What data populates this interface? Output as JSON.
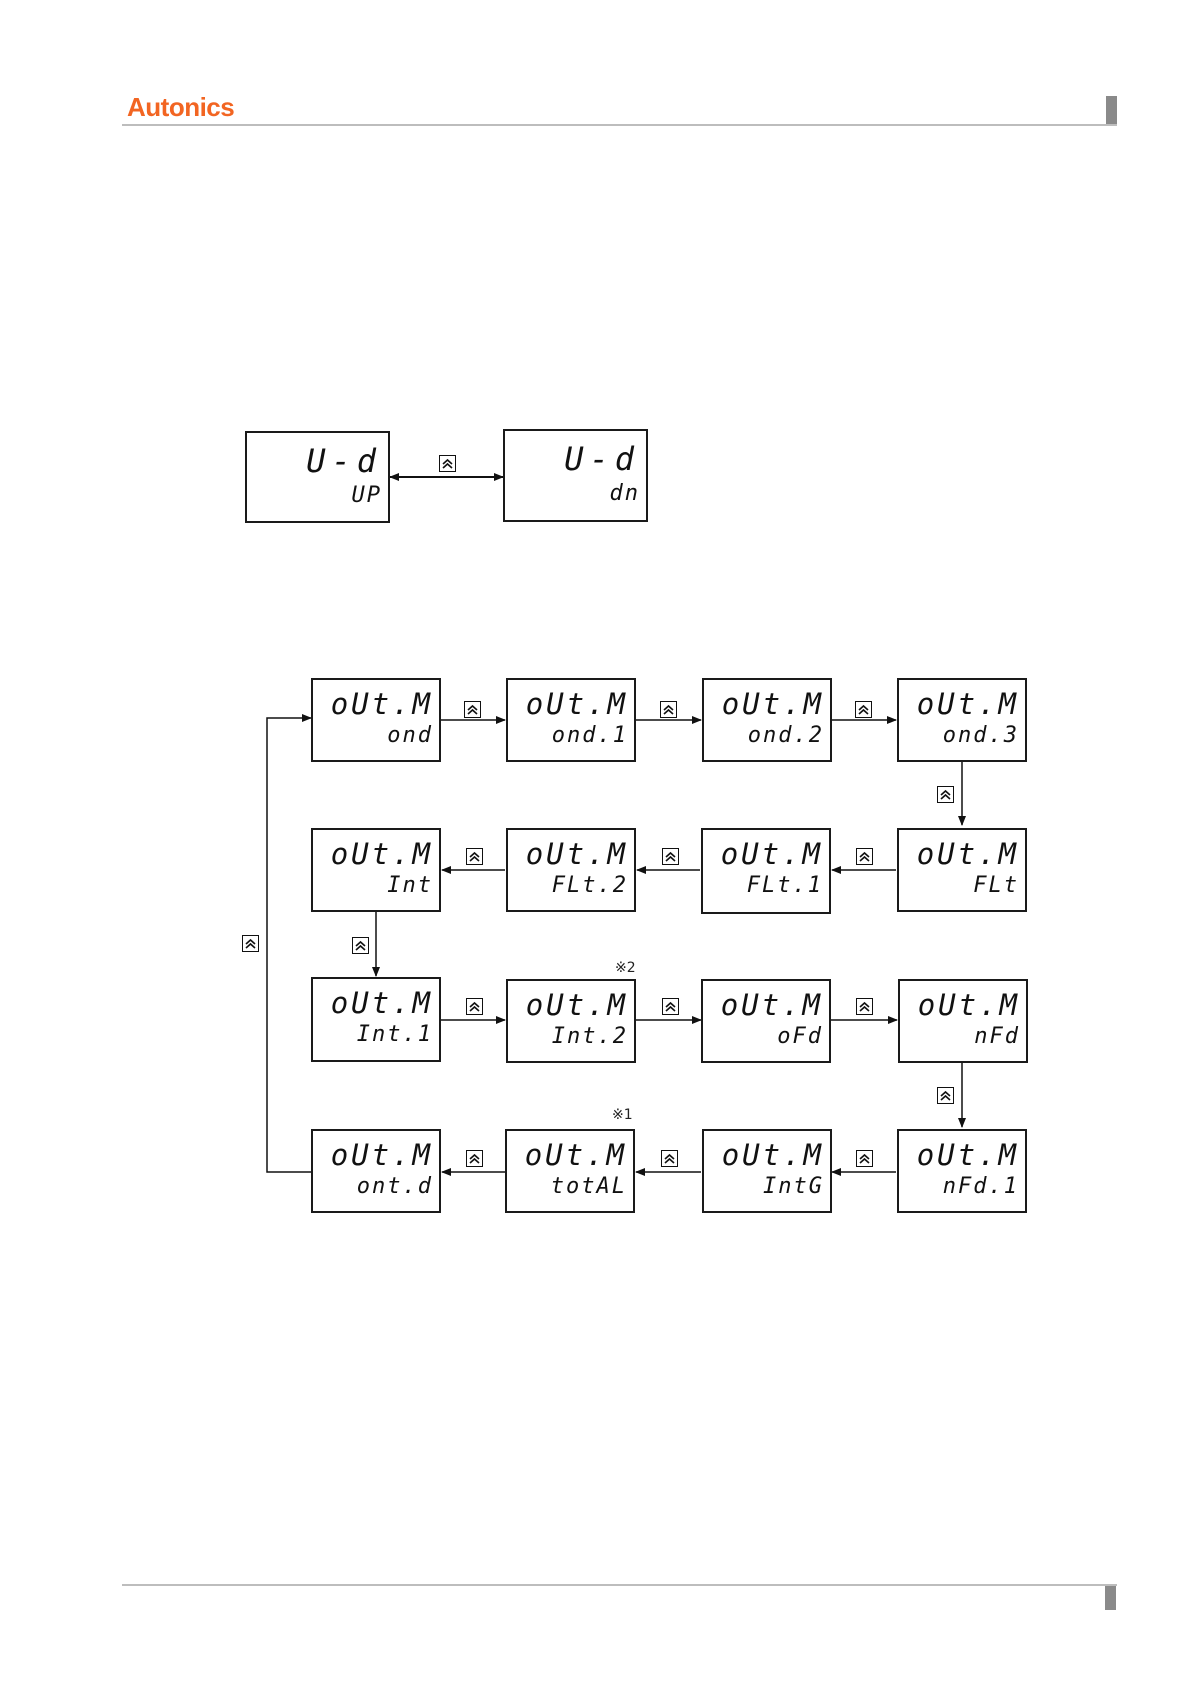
{
  "header": {
    "brand": "Autonics"
  },
  "icons": {
    "key": "up-key-icon",
    "brand_color": "#f26522"
  },
  "ud_diagram": {
    "left": {
      "line1": "U-d",
      "line2": "UP"
    },
    "right": {
      "line1": "U-d",
      "line2": "dn"
    }
  },
  "out_mode": {
    "param": "oUt.M",
    "row1": [
      "ond",
      "ond.1",
      "ond.2",
      "ond.3"
    ],
    "row2": [
      "Int",
      "FLt.2",
      "FLt.1",
      "FLt"
    ],
    "row3": [
      "Int.1",
      "Int.2",
      "oFd",
      "nFd"
    ],
    "row4": [
      "ont.d",
      "totAL",
      "IntG",
      "nFd.1"
    ],
    "notes": {
      "n2": "※2",
      "n1": "※1"
    }
  }
}
